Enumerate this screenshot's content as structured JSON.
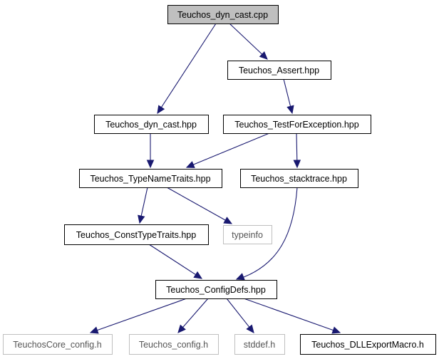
{
  "graph": {
    "nodes": [
      {
        "id": "dyn_cast_cpp",
        "label": "Teuchos_dyn_cast.cpp",
        "kind": "root"
      },
      {
        "id": "assert_hpp",
        "label": "Teuchos_Assert.hpp",
        "kind": "normal"
      },
      {
        "id": "dyn_cast_hpp",
        "label": "Teuchos_dyn_cast.hpp",
        "kind": "normal"
      },
      {
        "id": "test_for_exception_hpp",
        "label": "Teuchos_TestForException.hpp",
        "kind": "normal"
      },
      {
        "id": "type_name_traits_hpp",
        "label": "Teuchos_TypeNameTraits.hpp",
        "kind": "normal"
      },
      {
        "id": "stacktrace_hpp",
        "label": "Teuchos_stacktrace.hpp",
        "kind": "normal"
      },
      {
        "id": "const_type_traits_hpp",
        "label": "Teuchos_ConstTypeTraits.hpp",
        "kind": "normal"
      },
      {
        "id": "typeinfo",
        "label": "typeinfo",
        "kind": "external"
      },
      {
        "id": "config_defs_hpp",
        "label": "Teuchos_ConfigDefs.hpp",
        "kind": "normal"
      },
      {
        "id": "core_config_h",
        "label": "TeuchosCore_config.h",
        "kind": "external"
      },
      {
        "id": "teuchos_config_h",
        "label": "Teuchos_config.h",
        "kind": "external"
      },
      {
        "id": "stddef_h",
        "label": "stddef.h",
        "kind": "external"
      },
      {
        "id": "dll_export_macro_h",
        "label": "Teuchos_DLLExportMacro.h",
        "kind": "normal"
      }
    ],
    "edges": [
      {
        "from": "dyn_cast_cpp",
        "to": "dyn_cast_hpp"
      },
      {
        "from": "dyn_cast_cpp",
        "to": "assert_hpp"
      },
      {
        "from": "assert_hpp",
        "to": "test_for_exception_hpp"
      },
      {
        "from": "dyn_cast_hpp",
        "to": "type_name_traits_hpp"
      },
      {
        "from": "test_for_exception_hpp",
        "to": "type_name_traits_hpp"
      },
      {
        "from": "test_for_exception_hpp",
        "to": "stacktrace_hpp"
      },
      {
        "from": "type_name_traits_hpp",
        "to": "const_type_traits_hpp"
      },
      {
        "from": "type_name_traits_hpp",
        "to": "typeinfo"
      },
      {
        "from": "stacktrace_hpp",
        "to": "config_defs_hpp"
      },
      {
        "from": "const_type_traits_hpp",
        "to": "config_defs_hpp"
      },
      {
        "from": "config_defs_hpp",
        "to": "core_config_h"
      },
      {
        "from": "config_defs_hpp",
        "to": "teuchos_config_h"
      },
      {
        "from": "config_defs_hpp",
        "to": "stddef_h"
      },
      {
        "from": "config_defs_hpp",
        "to": "dll_export_macro_h"
      }
    ],
    "colors": {
      "edge": "#191970",
      "root_fill": "#bfbfbf",
      "node_border": "#000000",
      "external_border": "#bfbfbf"
    }
  }
}
